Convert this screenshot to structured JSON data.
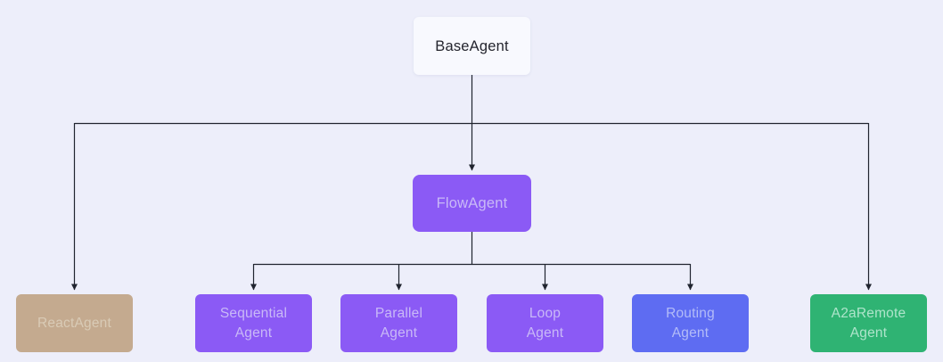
{
  "canvas": {
    "background": "#edeefa",
    "edge_color": "#20242f"
  },
  "nodes": [
    {
      "id": "base-agent",
      "label": "BaseAgent",
      "bg": "#f8f9fe",
      "text": "#24252e"
    },
    {
      "id": "flow-agent",
      "label": "FlowAgent",
      "bg": "#8b5af5",
      "text": "#c9b9f7"
    },
    {
      "id": "react-agent",
      "label": "ReactAgent",
      "bg": "#c4aa8f",
      "text": "#d9cbb6"
    },
    {
      "id": "sequential-agent",
      "label": "Sequential\nAgent",
      "bg": "#8b5af5",
      "text": "#c9b9f7"
    },
    {
      "id": "parallel-agent",
      "label": "Parallel\nAgent",
      "bg": "#8b5af5",
      "text": "#c9b9f7"
    },
    {
      "id": "loop-agent",
      "label": "Loop\nAgent",
      "bg": "#8b5af5",
      "text": "#c9b9f7"
    },
    {
      "id": "routing-agent",
      "label": "Routing\nAgent",
      "bg": "#5e6cf2",
      "text": "#b3bcf8"
    },
    {
      "id": "a2a-remote-agent",
      "label": "A2aRemote\nAgent",
      "bg": "#2fb373",
      "text": "#aee4cb"
    }
  ],
  "edges": [
    {
      "from": "base-agent",
      "to": "flow-agent"
    },
    {
      "from": "base-agent",
      "to": "react-agent"
    },
    {
      "from": "base-agent",
      "to": "a2a-remote-agent"
    },
    {
      "from": "flow-agent",
      "to": "sequential-agent"
    },
    {
      "from": "flow-agent",
      "to": "parallel-agent"
    },
    {
      "from": "flow-agent",
      "to": "loop-agent"
    },
    {
      "from": "flow-agent",
      "to": "routing-agent"
    }
  ]
}
